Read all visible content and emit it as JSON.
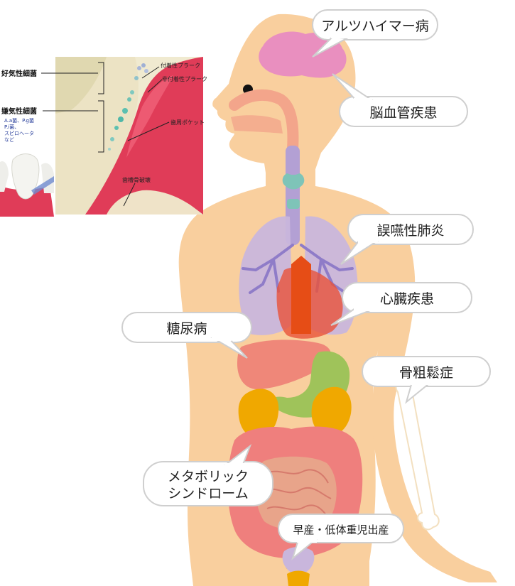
{
  "callouts": {
    "alzheimers": "アルツハイマー病",
    "stroke": "脳血管疾患",
    "pneumonia": "誤嚥性肺炎",
    "heart": "心臓疾患",
    "diabetes": "糖尿病",
    "osteoporosis": "骨粗鬆症",
    "metabolic_line1": "メタボリック",
    "metabolic_line2": "シンドローム",
    "preterm": "早産・低体重児出産"
  },
  "inset": {
    "aerobic": "好気性細菌",
    "anaerobic": "嫌気性細菌",
    "bacteria_line1": "A.a菌、P.g菌",
    "bacteria_line2": "P.i菌、",
    "bacteria_line3": "スピロヘータ",
    "bacteria_line4": "など",
    "attached_plaque": "付着性プラーク",
    "unattached_plaque": "非付着性プラーク",
    "periodontal_pocket": "歯周ポケット",
    "bone_loss": "歯槽骨破壊"
  },
  "colors": {
    "skin": "#f9cf9e",
    "brain": "#e98fbf",
    "lungs": "#c9b6dc",
    "heart": "#e8523a",
    "aorta": "#e64d16",
    "liver": "#ef8779",
    "stomach": "#9fc35a",
    "kidney": "#f0a800",
    "intestine": "#ef7f7d",
    "gum": "#e03c58"
  }
}
